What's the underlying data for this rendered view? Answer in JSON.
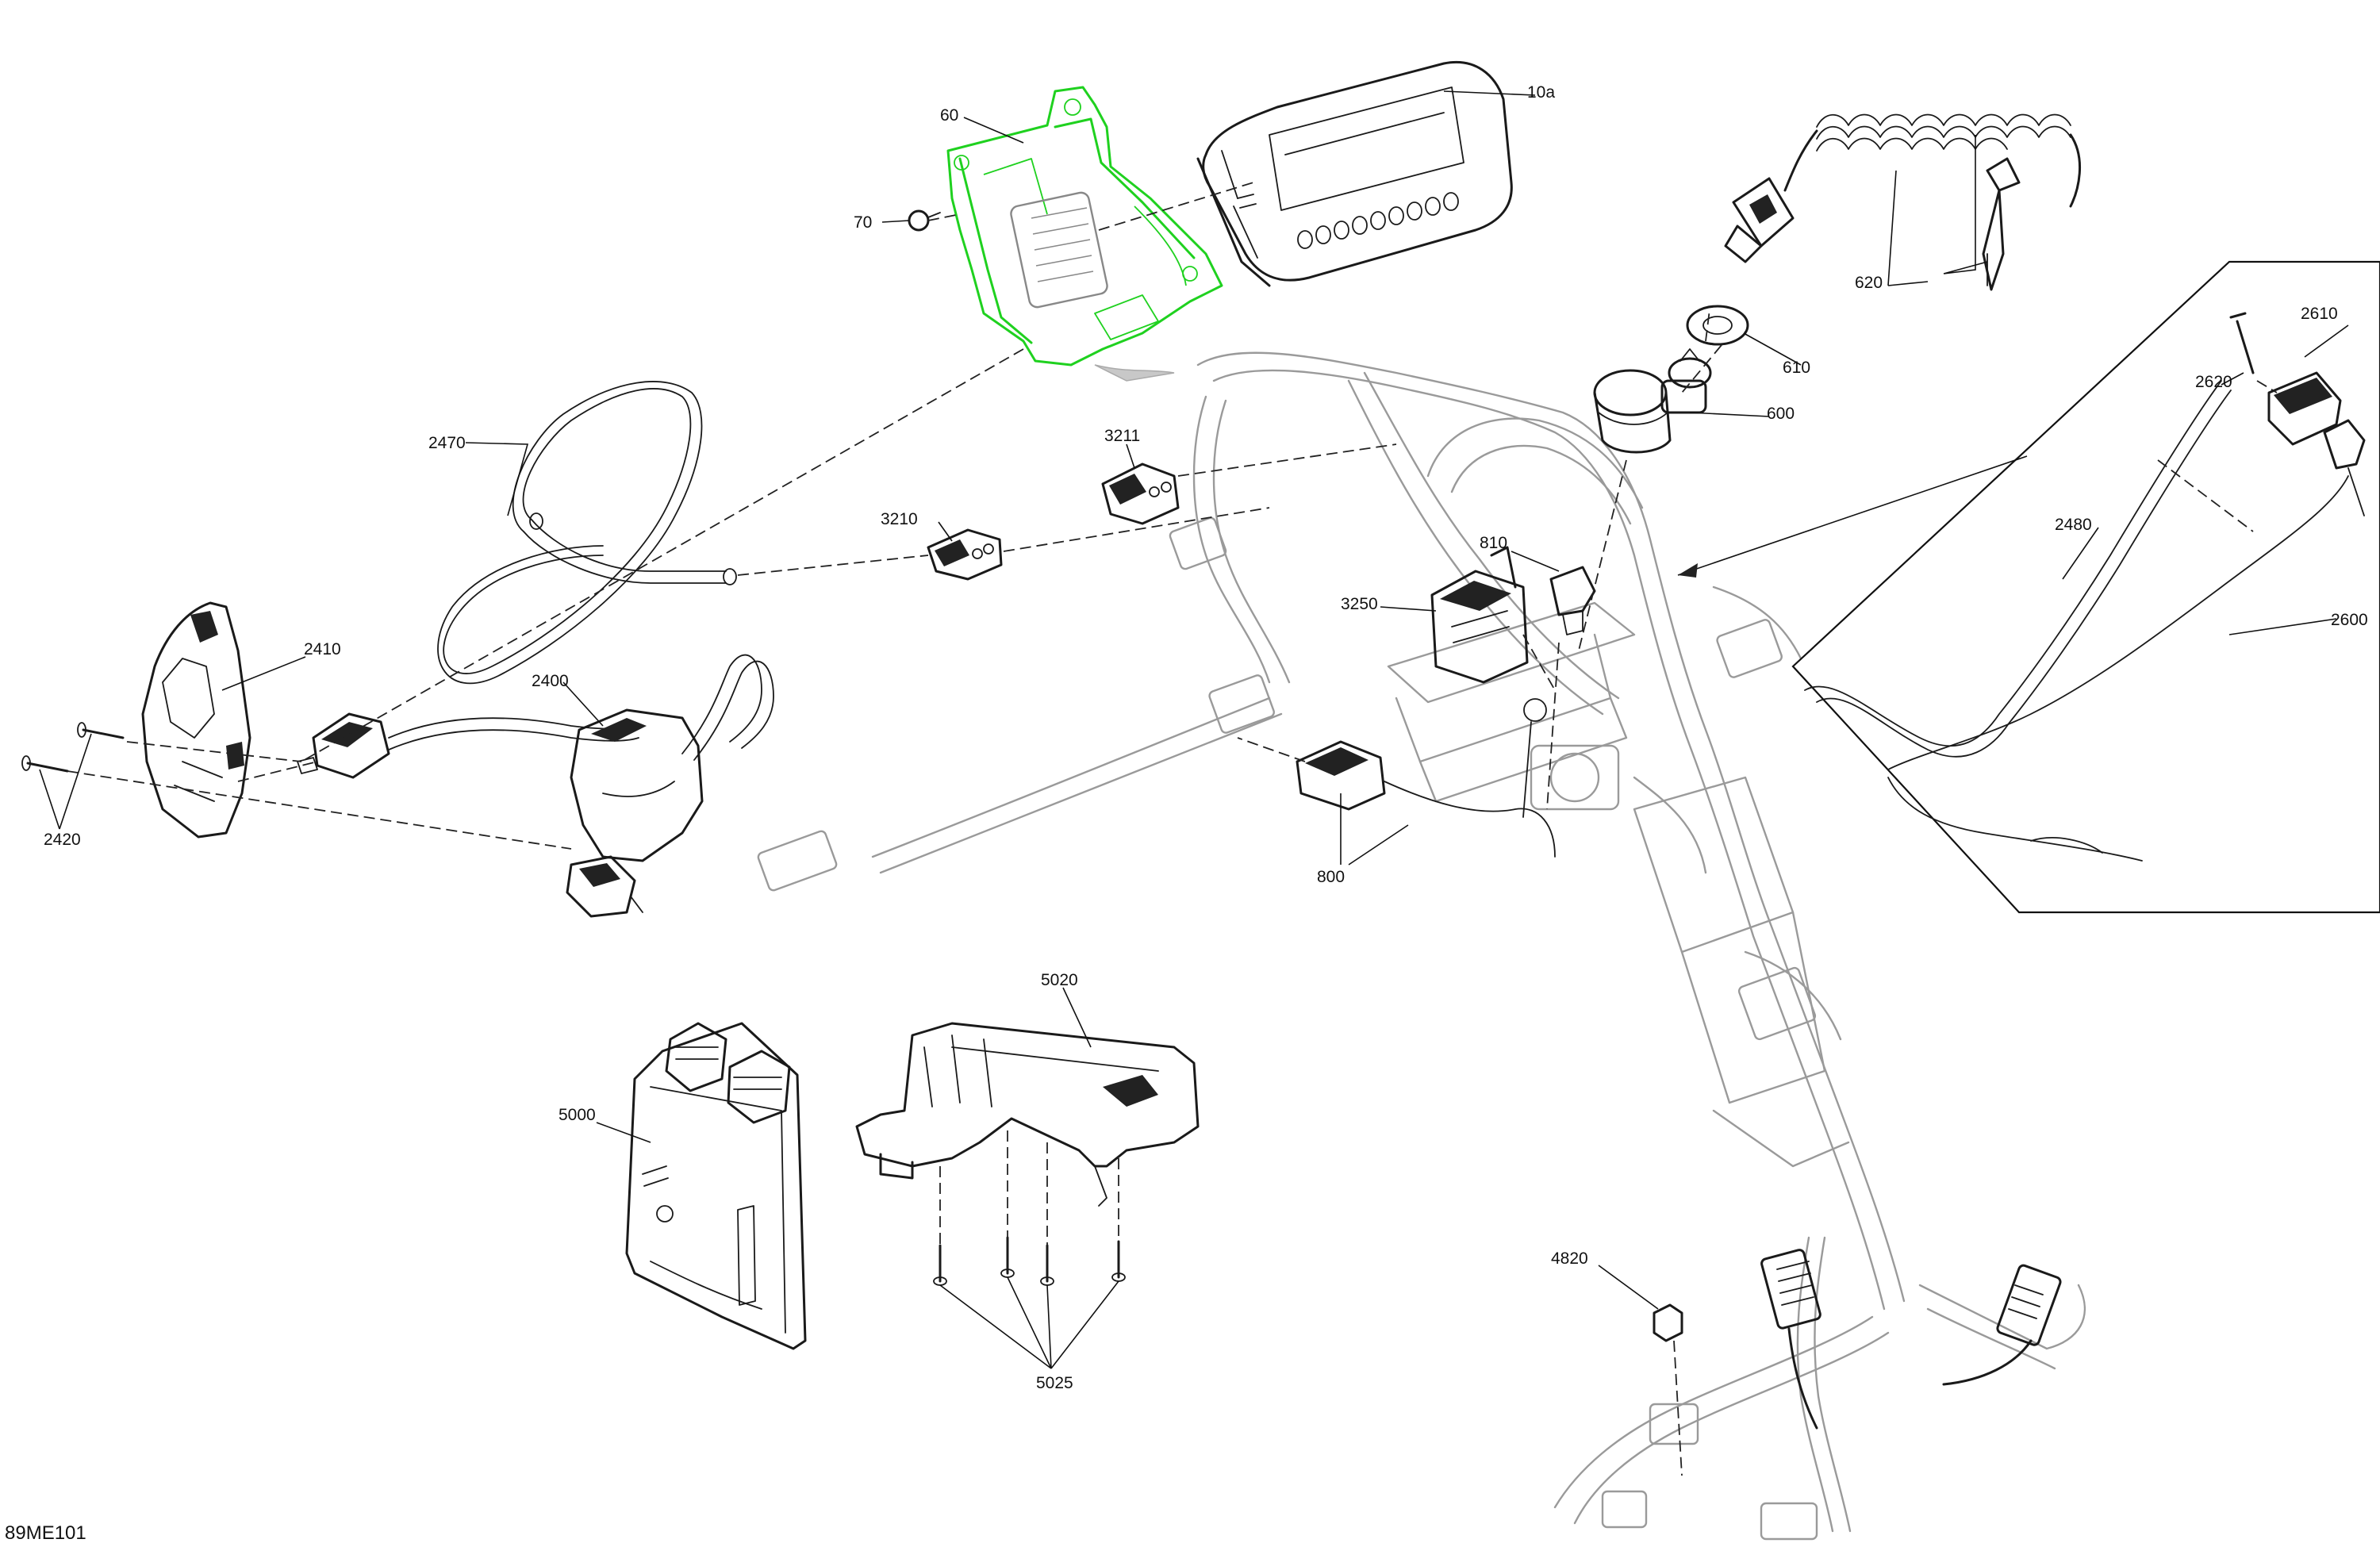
{
  "diagram": {
    "reference_code": "89ME101",
    "highlight_color": "#1fd11f",
    "ink_color": "#1a1a1a",
    "part_labels": [
      {
        "id": "10a",
        "text": "10a"
      },
      {
        "id": "60",
        "text": "60"
      },
      {
        "id": "70",
        "text": "70"
      },
      {
        "id": "620",
        "text": "620"
      },
      {
        "id": "610",
        "text": "610"
      },
      {
        "id": "600",
        "text": "600"
      },
      {
        "id": "2610",
        "text": "2610"
      },
      {
        "id": "2620",
        "text": "2620"
      },
      {
        "id": "2480",
        "text": "2480"
      },
      {
        "id": "2600",
        "text": "2600"
      },
      {
        "id": "3211",
        "text": "3211"
      },
      {
        "id": "3210",
        "text": "3210"
      },
      {
        "id": "810",
        "text": "810"
      },
      {
        "id": "3250",
        "text": "3250"
      },
      {
        "id": "2470",
        "text": "2470"
      },
      {
        "id": "2410",
        "text": "2410"
      },
      {
        "id": "2400",
        "text": "2400"
      },
      {
        "id": "2420",
        "text": "2420"
      },
      {
        "id": "800",
        "text": "800"
      },
      {
        "id": "5020",
        "text": "5020"
      },
      {
        "id": "5000",
        "text": "5000"
      },
      {
        "id": "5025",
        "text": "5025"
      },
      {
        "id": "4820",
        "text": "4820"
      }
    ]
  }
}
